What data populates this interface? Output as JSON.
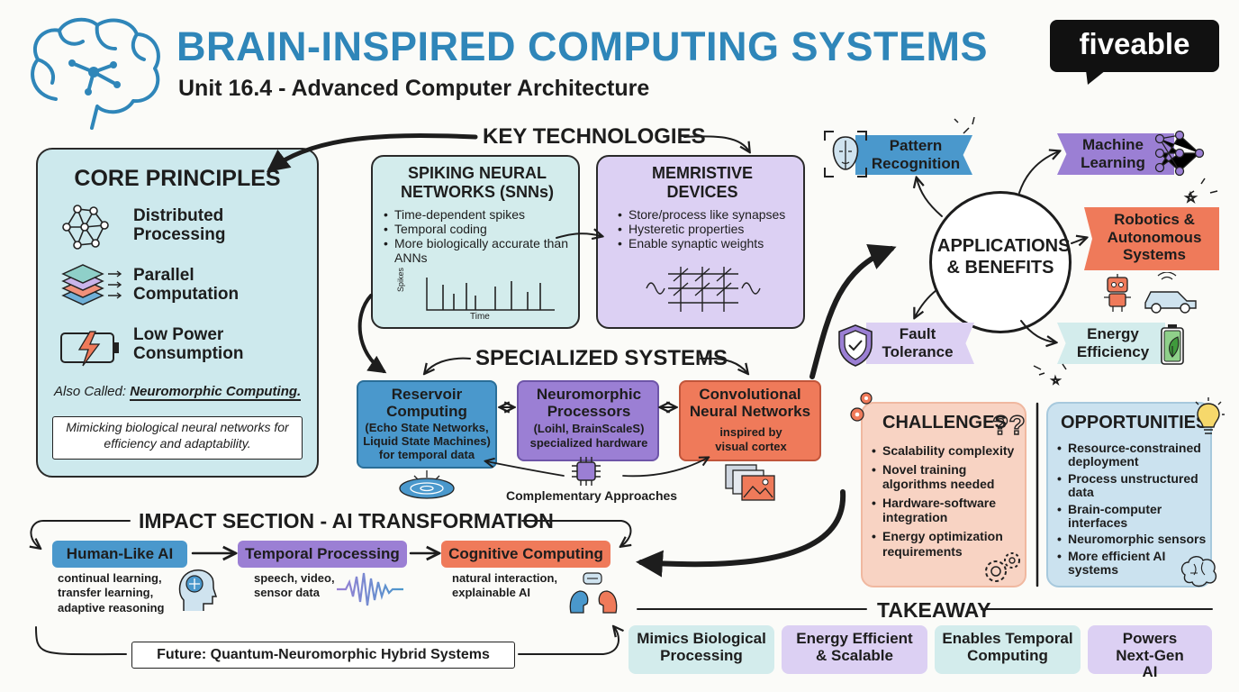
{
  "header": {
    "title": "BRAIN-INSPIRED COMPUTING SYSTEMS",
    "subtitle": "Unit 16.4 - Advanced Computer Architecture",
    "logo": "fiveable"
  },
  "key_technologies": {
    "label": "KEY TECHNOLOGIES",
    "snn": {
      "title": "SPIKING NEURAL NETWORKS (SNNs)",
      "bullets": [
        "Time-dependent spikes",
        "Temporal coding",
        "More biologically accurate than ANNs"
      ],
      "y_axis": "Spikes",
      "x_axis": "Time"
    },
    "memristive": {
      "title": "MEMRISTIVE DEVICES",
      "bullets": [
        "Store/process like synapses",
        "Hysteretic properties",
        "Enable synaptic weights"
      ]
    }
  },
  "core_principles": {
    "title": "CORE PRINCIPLES",
    "items": [
      {
        "label": "Distributed Processing",
        "icon": "network-icon"
      },
      {
        "label": "Parallel Computation",
        "icon": "layers-icon"
      },
      {
        "label": "Low Power Consumption",
        "icon": "battery-bolt-icon"
      }
    ],
    "also_called_prefix": "Also Called:",
    "also_called": "Neuromorphic Computing.",
    "note": "Mimicking biological neural networks for efficiency and adaptability."
  },
  "specialized_systems": {
    "label": "SPECIALIZED SYSTEMS",
    "reservoir": {
      "title": "Reservoir Computing",
      "desc": "(Echo State Networks, Liquid State Machines) for temporal data"
    },
    "neuromorphic": {
      "title": "Neuromorphic Processors",
      "desc": "(Loihl, BrainScaleS) specialized hardware"
    },
    "cnn": {
      "title": "Convolutional Neural Networks",
      "desc": "inspired by visual cortex"
    },
    "complementary": "Complementary Approaches"
  },
  "applications": {
    "center": "APPLICATIONS & BENEFITS",
    "items": [
      {
        "label": "Pattern Recognition",
        "icon": "face-scan-icon"
      },
      {
        "label": "Machine Learning",
        "icon": "neural-net-icon"
      },
      {
        "label": "Robotics & Autonomous Systems",
        "icon": "robot-car-icon"
      },
      {
        "label": "Fault Tolerance",
        "icon": "shield-icon"
      },
      {
        "label": "Energy Efficiency",
        "icon": "battery-leaf-icon"
      }
    ]
  },
  "challenges": {
    "title": "CHALLENGES",
    "items": [
      "Scalability complexity",
      "Novel training algorithms needed",
      "Hardware-software integration",
      "Energy optimization requirements"
    ]
  },
  "opportunities": {
    "title": "OPPORTUNITIES",
    "items": [
      "Resource-constrained deployment",
      "Process unstructured data",
      "Brain-computer interfaces",
      "Neuromorphic sensors",
      "More efficient AI systems"
    ]
  },
  "impact": {
    "label": "IMPACT SECTION - AI TRANSFORMATION",
    "stages": [
      {
        "title": "Human-Like AI",
        "desc": "continual learning, transfer learning, adaptive reasoning"
      },
      {
        "title": "Temporal Processing",
        "desc": "speech, video, sensor data"
      },
      {
        "title": "Cognitive Computing",
        "desc": "natural interaction, explainable AI"
      }
    ],
    "future": "Future: Quantum-Neuromorphic Hybrid Systems"
  },
  "takeaway": {
    "label": "TAKEAWAY",
    "items": [
      "Mimics Biological Processing",
      "Energy Efficient & Scalable",
      "Enables Temporal Computing",
      "Powers Next-Gen AI"
    ]
  },
  "colors": {
    "title_blue": "#2f86b9",
    "teal": "#cfeaec",
    "lavender": "#d8cdf2",
    "blue_box": "#4a98cc",
    "purple_box": "#9b7fd4",
    "coral": "#ef7a5a",
    "peach": "#f8d3c3",
    "light_blue": "#cbe2ef"
  }
}
